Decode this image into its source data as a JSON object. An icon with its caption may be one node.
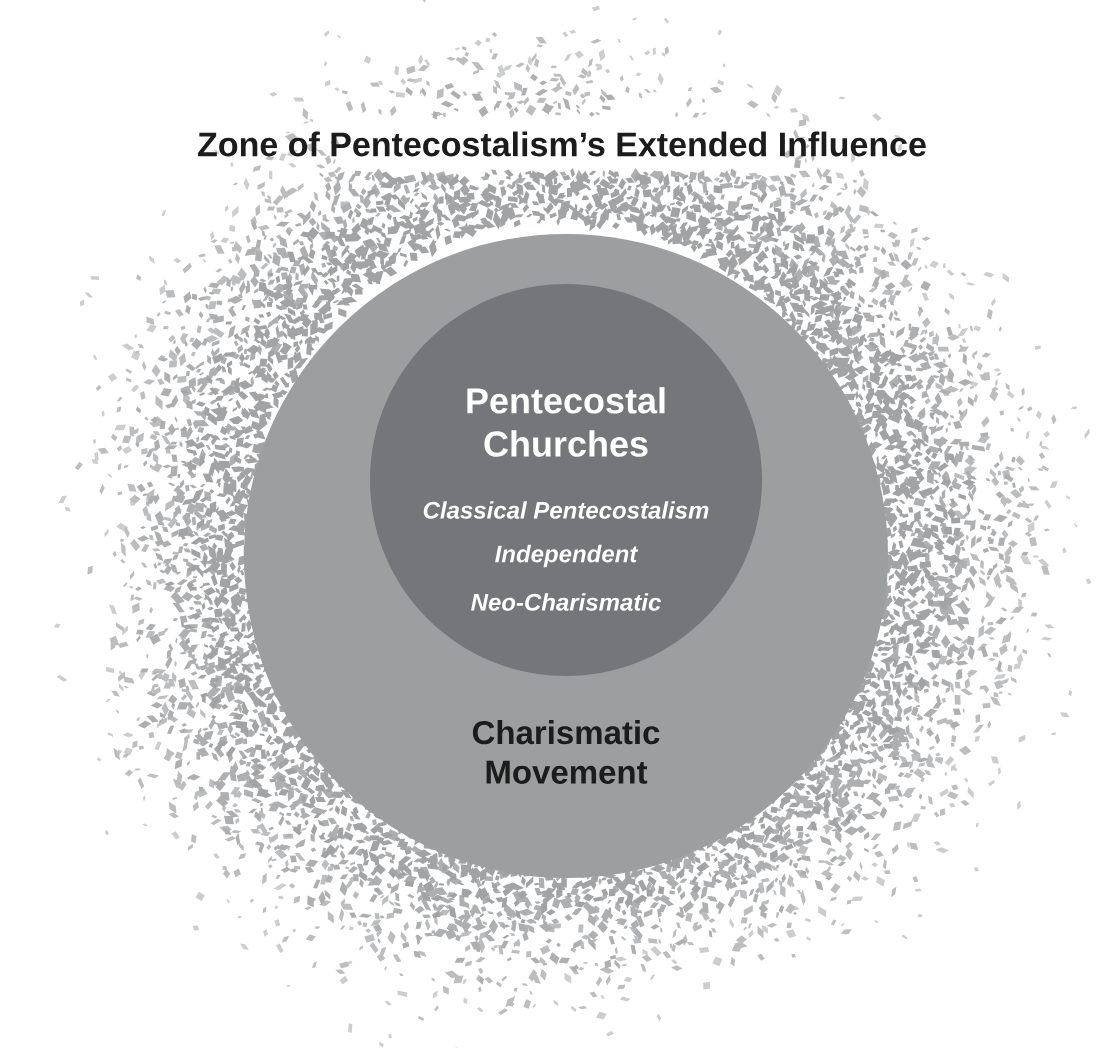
{
  "diagram": {
    "nodes": [
      {
        "text": [
          "Zone of Pentecostalism’s Extended Influence"
        ]
      },
      {
        "text": [
          "Charismatic Movement"
        ],
        "in": 0
      },
      {
        "text": [
          "Pentecostal Churches",
          "Classical Pentecostalism",
          "Independent",
          "Neo-Charismatic"
        ],
        "in": 1
      }
    ]
  }
}
